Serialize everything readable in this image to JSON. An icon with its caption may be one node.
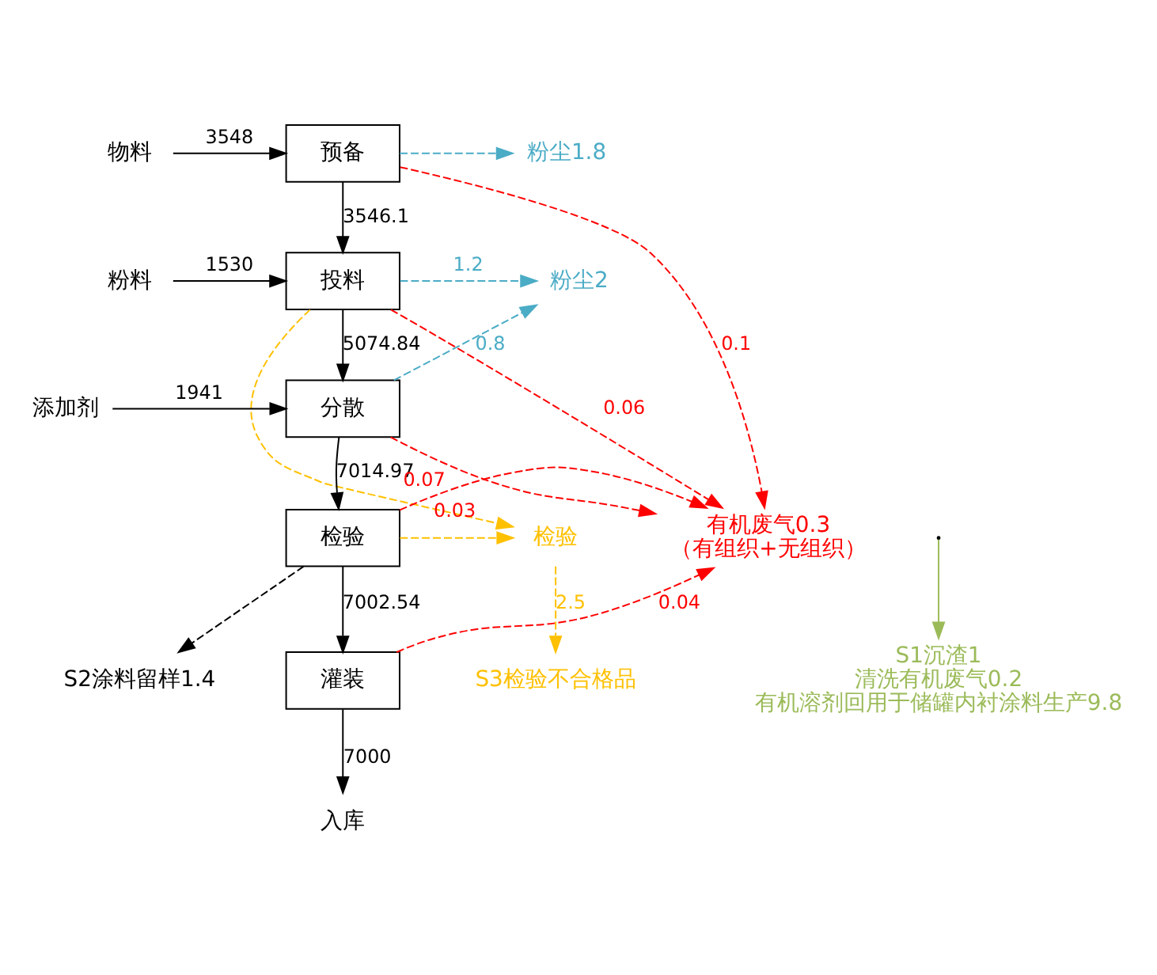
{
  "diagram": {
    "nodes": [
      {
        "text": [
          "物料"
        ]
      },
      {
        "text": [
          "预备"
        ]
      },
      {
        "text": [
          "粉料"
        ]
      },
      {
        "text": [
          "投料"
        ]
      },
      {
        "text": [
          "添加剂"
        ]
      },
      {
        "text": [
          "分散"
        ]
      },
      {
        "text": [
          "检验"
        ]
      },
      {
        "text": [
          "灌装"
        ]
      },
      {
        "text": [
          "入库"
        ]
      },
      {
        "text": [
          "粉尘1.8"
        ]
      },
      {
        "text": [
          "粉尘2"
        ]
      },
      {
        "text": [
          "有机废气0.3",
          "（有组织+无组织）"
        ]
      },
      {
        "text": [
          "S1沉渣1",
          "清洗有机废气0.2",
          "有机溶剂回用于储罐内衬涂料生产9.8"
        ]
      },
      {
        "text": [
          "检验"
        ]
      },
      {
        "text": [
          "S3检验不合格品"
        ]
      },
      {
        "text": [
          "S2涂料留样1.4"
        ]
      }
    ],
    "edges": [
      {
        "from": 0,
        "to": 1,
        "arrow": "to",
        "label": "3548"
      },
      {
        "from": 1,
        "to": 3,
        "arrow": "to",
        "label": "3546.1"
      },
      {
        "from": 2,
        "to": 3,
        "arrow": "to",
        "label": "1530"
      },
      {
        "from": 3,
        "to": 5,
        "arrow": "to",
        "label": "5074.84"
      },
      {
        "from": 4,
        "to": 5,
        "arrow": "to",
        "label": "1941"
      },
      {
        "from": 5,
        "to": 6,
        "arrow": "to",
        "label": "7014.97"
      },
      {
        "from": 6,
        "to": 7,
        "arrow": "to",
        "label": "7002.54"
      },
      {
        "from": 7,
        "to": 8,
        "arrow": "to",
        "label": "7000"
      },
      {
        "from": 1,
        "to": 9,
        "arrow": "to",
        "style": "dashed",
        "color": "#4bacc6"
      },
      {
        "from": 3,
        "to": 10,
        "arrow": "to",
        "style": "dashed",
        "color": "#4bacc6",
        "label": "1.2"
      },
      {
        "from": 5,
        "to": 10,
        "arrow": "to",
        "style": "dashed",
        "color": "#4bacc6",
        "label": "0.8"
      },
      {
        "from": 1,
        "to": 11,
        "arrow": "to",
        "style": "dashed",
        "color": "#ff0000",
        "label": "0.1"
      },
      {
        "from": 3,
        "to": 11,
        "arrow": "to",
        "style": "dashed",
        "color": "#ff0000",
        "label": "0.06"
      },
      {
        "from": 5,
        "to": 11,
        "arrow": "to",
        "style": "dashed",
        "color": "#ff0000",
        "label": "0.07"
      },
      {
        "from": 6,
        "to": 11,
        "arrow": "to",
        "style": "dashed",
        "color": "#ff0000",
        "label": "0.03"
      },
      {
        "from": 7,
        "to": 11,
        "arrow": "to",
        "style": "dashed",
        "color": "#ff0000",
        "label": "0.04"
      },
      {
        "from": null,
        "to": 12,
        "arrow": "to",
        "color": "#9bbb59"
      },
      {
        "from": 3,
        "to": 13,
        "arrow": "to",
        "style": "dashed",
        "color": "#ffc000"
      },
      {
        "from": 6,
        "to": 13,
        "arrow": "to",
        "style": "dashed",
        "color": "#ffc000"
      },
      {
        "from": 13,
        "to": 14,
        "arrow": "to",
        "style": "dashed",
        "color": "#ffc000",
        "label": "2.5"
      },
      {
        "from": 6,
        "to": 15,
        "arrow": "to",
        "style": "dashed"
      }
    ]
  }
}
